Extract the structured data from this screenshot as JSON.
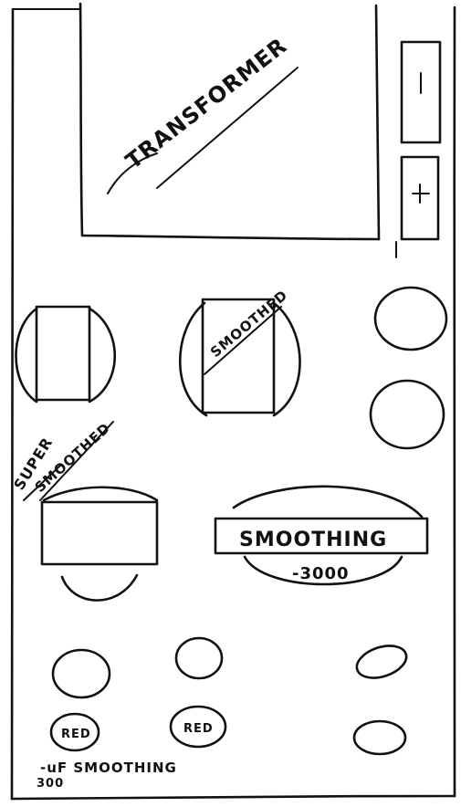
{
  "labels": {
    "transformer": "TRANSFORMER",
    "smoothed_cap": "SMOOTHED",
    "super_line1": "SUPER",
    "super_line2": "SMOOTHED",
    "smoothing_cap": "SMOOTHING",
    "smoothing_value": "-3000",
    "red_left": "RED",
    "red_right": "RED",
    "bottom_note": "-uF SMOOTHING",
    "bottom_value": "300"
  },
  "colors": {
    "ink": "#111111",
    "paper": "#ffffff"
  }
}
